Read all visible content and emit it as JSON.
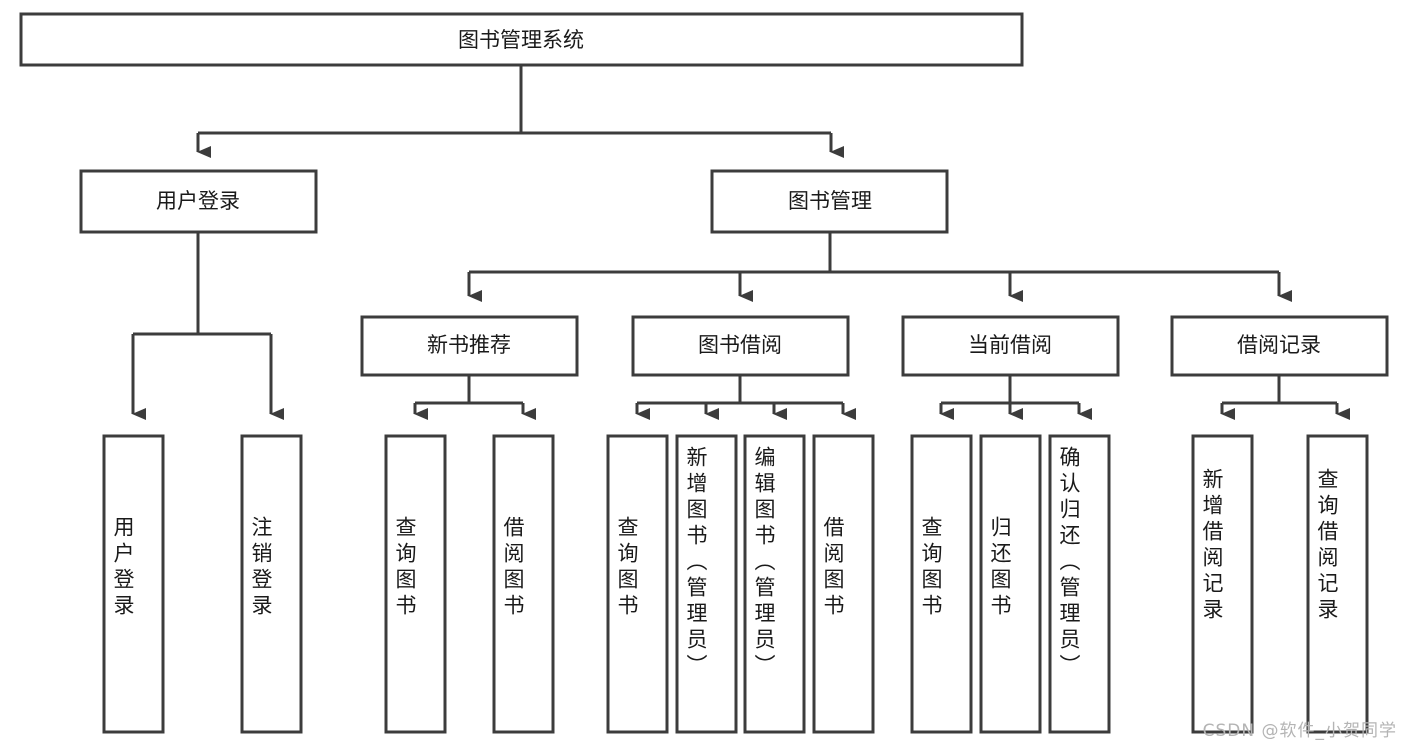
{
  "diagram": {
    "type": "tree",
    "title": "图书管理系统",
    "root": {
      "id": "root",
      "label": "图书管理系统"
    },
    "level1": [
      {
        "id": "user-login",
        "label": "用户登录"
      },
      {
        "id": "book-manage",
        "label": "图书管理"
      }
    ],
    "level2": [
      {
        "id": "new-book-rec",
        "label": "新书推荐",
        "parent": "book-manage"
      },
      {
        "id": "book-borrow",
        "label": "图书借阅",
        "parent": "book-manage"
      },
      {
        "id": "current-borrow",
        "label": "当前借阅",
        "parent": "book-manage"
      },
      {
        "id": "borrow-record",
        "label": "借阅记录",
        "parent": "book-manage"
      }
    ],
    "leaves": [
      {
        "id": "leaf-user-login",
        "label": "用户登录",
        "parent": "user-login"
      },
      {
        "id": "leaf-logout",
        "label": "注销登录",
        "parent": "user-login"
      },
      {
        "id": "leaf-query-book-1",
        "label": "查询图书",
        "parent": "new-book-rec"
      },
      {
        "id": "leaf-borrow-book-1",
        "label": "借阅图书",
        "parent": "new-book-rec"
      },
      {
        "id": "leaf-query-book-2",
        "label": "查询图书",
        "parent": "book-borrow"
      },
      {
        "id": "leaf-add-book",
        "label": "新增图书（管理员）",
        "parent": "book-borrow"
      },
      {
        "id": "leaf-edit-book",
        "label": "编辑图书（管理员）",
        "parent": "book-borrow"
      },
      {
        "id": "leaf-borrow-book-2",
        "label": "借阅图书",
        "parent": "book-borrow"
      },
      {
        "id": "leaf-query-book-3",
        "label": "查询图书",
        "parent": "current-borrow"
      },
      {
        "id": "leaf-return-book",
        "label": "归还图书",
        "parent": "current-borrow"
      },
      {
        "id": "leaf-confirm-return",
        "label": "确认归还（管理员）",
        "parent": "current-borrow"
      },
      {
        "id": "leaf-add-record",
        "label": "新增借阅记录",
        "parent": "borrow-record"
      },
      {
        "id": "leaf-query-record",
        "label": "查询借阅记录",
        "parent": "borrow-record"
      }
    ],
    "colors": {
      "box_stroke": "#3c3c3c",
      "box_fill": "#ffffff",
      "text": "#1a1a1a",
      "connector": "#3c3c3c",
      "watermark": "#b4b4b4",
      "background": "#ffffff"
    }
  },
  "watermark": {
    "text": "CSDN @软件_小贺同学"
  }
}
